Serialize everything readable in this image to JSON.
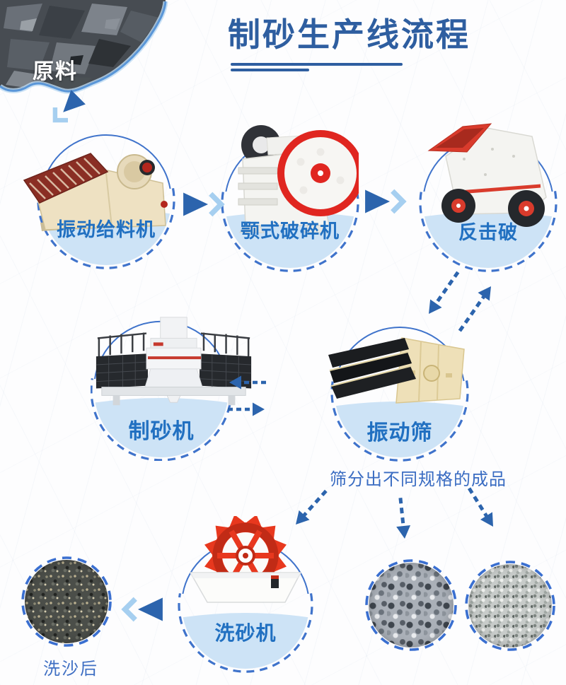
{
  "header": {
    "title": "制砂生产线流程"
  },
  "raw": {
    "label": "原料"
  },
  "stages": [
    {
      "id": "vibrating-feeder",
      "label": "振动给料机"
    },
    {
      "id": "jaw-crusher",
      "label": "颚式破碎机"
    },
    {
      "id": "impact-crusher",
      "label": "反击破"
    },
    {
      "id": "sand-maker",
      "label": "制砂机"
    },
    {
      "id": "vibrating-screen",
      "label": "振动筛"
    },
    {
      "id": "sand-washer",
      "label": "洗砂机"
    }
  ],
  "notes": {
    "screen_note": "筛分出不同规格的成品",
    "washed_label": "洗沙后"
  },
  "colors": {
    "title_blue": "#2e5ea0",
    "label_blue": "#2170c1",
    "dash_blue": "#3f73cb",
    "arrow_blue": "#2c64ad",
    "arrow_chevron": "#a6cff0",
    "circle_water": "#cde3f6",
    "machine_red": "#e0392b",
    "machine_beige": "#eee0ba"
  }
}
